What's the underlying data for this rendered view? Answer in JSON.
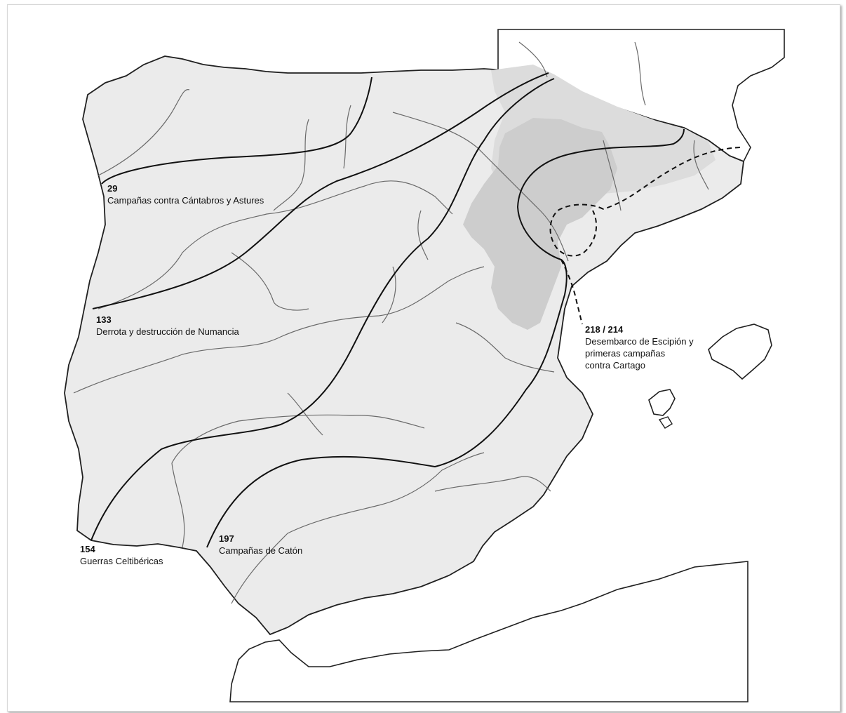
{
  "colors": {
    "land": "#ebebeb",
    "land_outside": "#ffffff",
    "pyrenees_zone": "#dcdcdc",
    "mountains": "#cdcdcd",
    "coast": "#202020",
    "rivers": "#6a6a6a",
    "campaign_lines": "#111111"
  },
  "icons": {
    "campaign_line": "solid-curve",
    "scipio_route": "dashed-curve"
  },
  "labels": [
    {
      "number": "29",
      "text": [
        "Campañas contra Cántabros y Astures"
      ]
    },
    {
      "number": "133",
      "text": [
        "Derrota y destrucción de Numancia"
      ]
    },
    {
      "number": "218 / 214",
      "text": [
        "Desembarco de Escipión y",
        "primeras campañas",
        "contra Cartago"
      ]
    },
    {
      "number": "154",
      "text": [
        "Guerras Celtibéricas"
      ]
    },
    {
      "number": "197",
      "text": [
        "Campañas de Catón"
      ]
    }
  ]
}
